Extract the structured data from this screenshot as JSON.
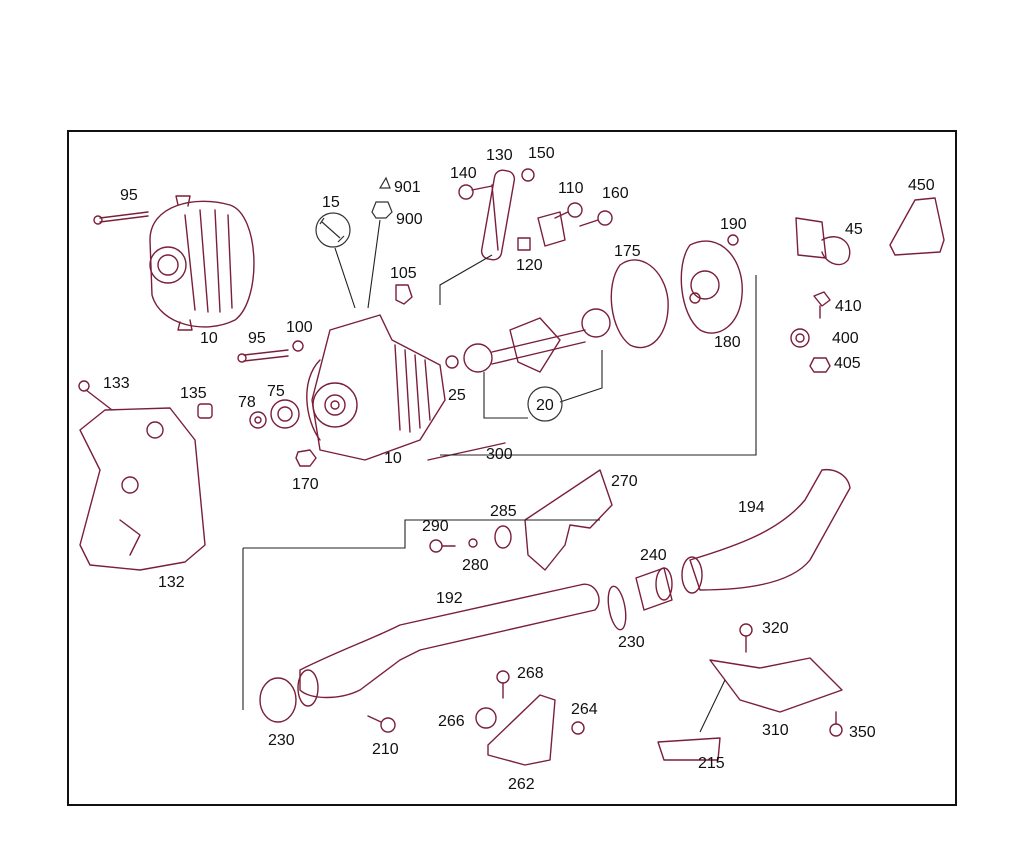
{
  "colors": {
    "frame": "#111111",
    "part_outline": "#7a1f3a",
    "text": "#111111",
    "background": "#ffffff"
  },
  "icons": {
    "wrench_symbol": "wrench-icon"
  },
  "labels": {
    "p95a": "95",
    "p10a": "10",
    "p15": "15",
    "p901": "901",
    "p900": "900",
    "p140": "140",
    "p130": "130",
    "p150": "150",
    "p110": "110",
    "p160": "160",
    "p120": "120",
    "p105": "105",
    "p175": "175",
    "p190": "190",
    "p180": "180",
    "p45": "45",
    "p450": "450",
    "p410": "410",
    "p400": "400",
    "p405": "405",
    "p95b": "95",
    "p100": "100",
    "p133": "133",
    "p135": "135",
    "p78": "78",
    "p75": "75",
    "p25": "25",
    "p20": "20",
    "p10b": "10",
    "p300": "300",
    "p170": "170",
    "p132": "132",
    "p270": "270",
    "p194": "194",
    "p290": "290",
    "p285": "285",
    "p280": "280",
    "p240": "240",
    "p192": "192",
    "p230a": "230",
    "p230b": "230",
    "p320": "320",
    "p268": "268",
    "p266": "266",
    "p264": "264",
    "p262": "262",
    "p210": "210",
    "p310": "310",
    "p350": "350",
    "p215": "215"
  }
}
